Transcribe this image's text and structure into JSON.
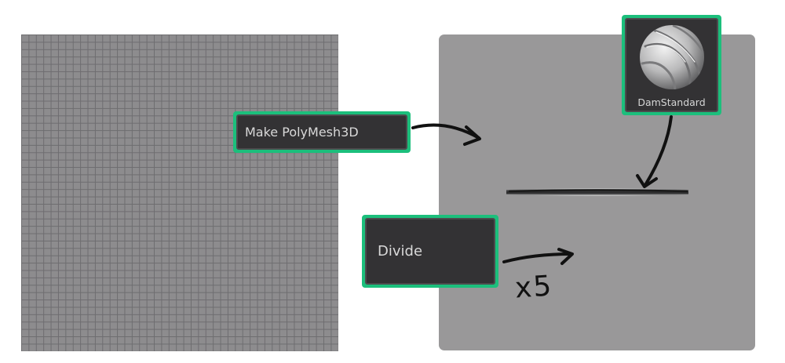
{
  "buttons": {
    "make_polymesh": "Make PolyMesh3D",
    "divide": "Divide"
  },
  "brush": {
    "name": "DamStandard"
  },
  "annotations": {
    "multiplier": "x5"
  },
  "colors": {
    "highlight": "#1cbf7c",
    "button_bg": "#333234",
    "button_text": "#d9d9d9",
    "mesh_fill": "#8d8c8e",
    "mesh_lines": "#6e6d70",
    "sculpt_plane": "#999899",
    "annotation_ink": "#111111"
  },
  "icons": {
    "brush": "damstandard-brush-icon",
    "arrow": "hand-drawn-arrow-icon"
  }
}
